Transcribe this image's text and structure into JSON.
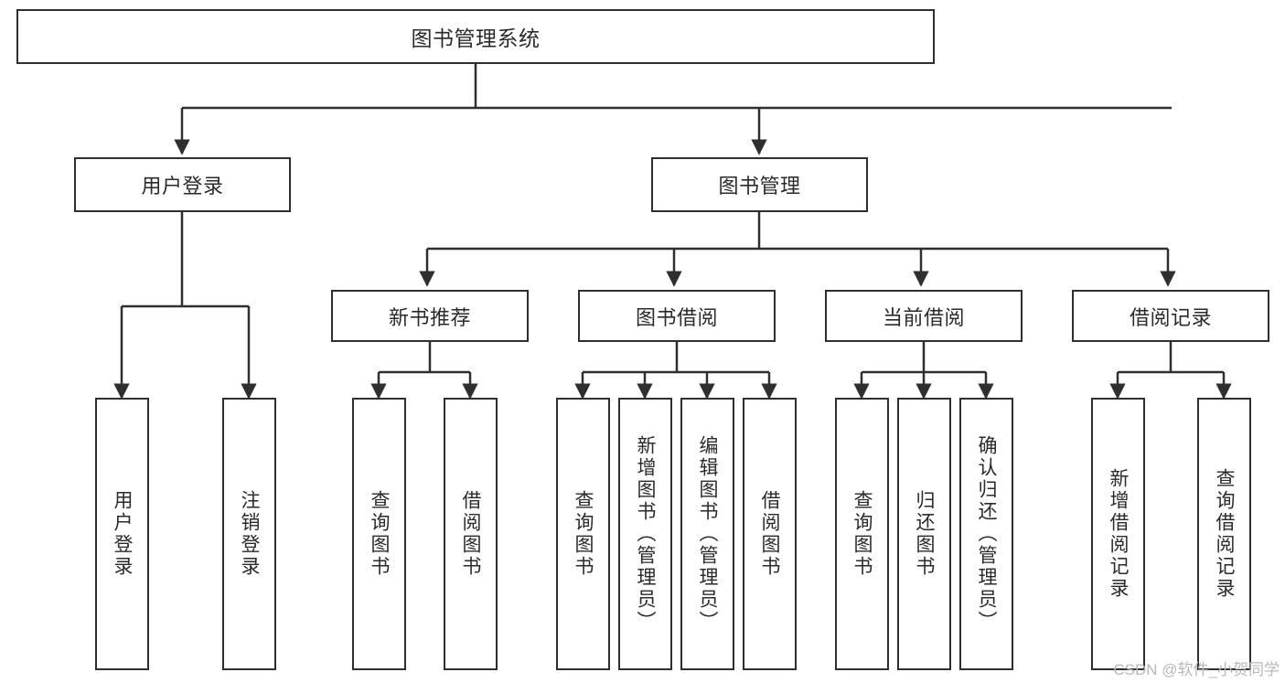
{
  "diagram": {
    "type": "tree-hierarchy",
    "title": "图书管理系统",
    "orientation": "top-down",
    "watermark": "CSDN @软件_小贺同学",
    "colors": {
      "stroke": "#2f2f2f",
      "fill": "#ffffff",
      "text": "#2a2a2a",
      "watermark": "#b8b8b8"
    },
    "levels": {
      "level0": [
        {
          "id": "root",
          "label": "图书管理系统",
          "orientation": "horizontal"
        }
      ],
      "level1": [
        {
          "id": "user-login",
          "label": "用户登录",
          "orientation": "horizontal"
        },
        {
          "id": "book-management",
          "label": "图书管理",
          "orientation": "horizontal"
        }
      ],
      "level2": [
        {
          "id": "new-book-recommend",
          "label": "新书推荐",
          "orientation": "horizontal"
        },
        {
          "id": "book-borrow",
          "label": "图书借阅",
          "orientation": "horizontal"
        },
        {
          "id": "current-borrow",
          "label": "当前借阅",
          "orientation": "horizontal"
        },
        {
          "id": "borrow-record",
          "label": "借阅记录",
          "orientation": "horizontal"
        }
      ],
      "level3": [
        {
          "id": "leaf-user-login",
          "label": "用户登录",
          "parent": "user-login",
          "orientation": "vertical"
        },
        {
          "id": "leaf-logout",
          "label": "注销登录",
          "parent": "user-login",
          "orientation": "vertical"
        },
        {
          "id": "leaf-query-book-1",
          "label": "查询图书",
          "parent": "new-book-recommend",
          "orientation": "vertical"
        },
        {
          "id": "leaf-borrow-book-1",
          "label": "借阅图书",
          "parent": "new-book-recommend",
          "orientation": "vertical"
        },
        {
          "id": "leaf-query-book-2",
          "label": "查询图书",
          "parent": "book-borrow",
          "orientation": "vertical"
        },
        {
          "id": "leaf-add-book",
          "label": "新增图书（管理员）",
          "parent": "book-borrow",
          "orientation": "vertical"
        },
        {
          "id": "leaf-edit-book",
          "label": "编辑图书（管理员）",
          "parent": "book-borrow",
          "orientation": "vertical"
        },
        {
          "id": "leaf-borrow-book-2",
          "label": "借阅图书",
          "parent": "book-borrow",
          "orientation": "vertical"
        },
        {
          "id": "leaf-query-book-3",
          "label": "查询图书",
          "parent": "current-borrow",
          "orientation": "vertical"
        },
        {
          "id": "leaf-return-book",
          "label": "归还图书",
          "parent": "current-borrow",
          "orientation": "vertical"
        },
        {
          "id": "leaf-confirm-return",
          "label": "确认归还（管理员）",
          "parent": "current-borrow",
          "orientation": "vertical"
        },
        {
          "id": "leaf-add-record",
          "label": "新增借阅记录",
          "parent": "borrow-record",
          "orientation": "vertical"
        },
        {
          "id": "leaf-query-record",
          "label": "查询借阅记录",
          "parent": "borrow-record",
          "orientation": "vertical"
        }
      ]
    }
  }
}
